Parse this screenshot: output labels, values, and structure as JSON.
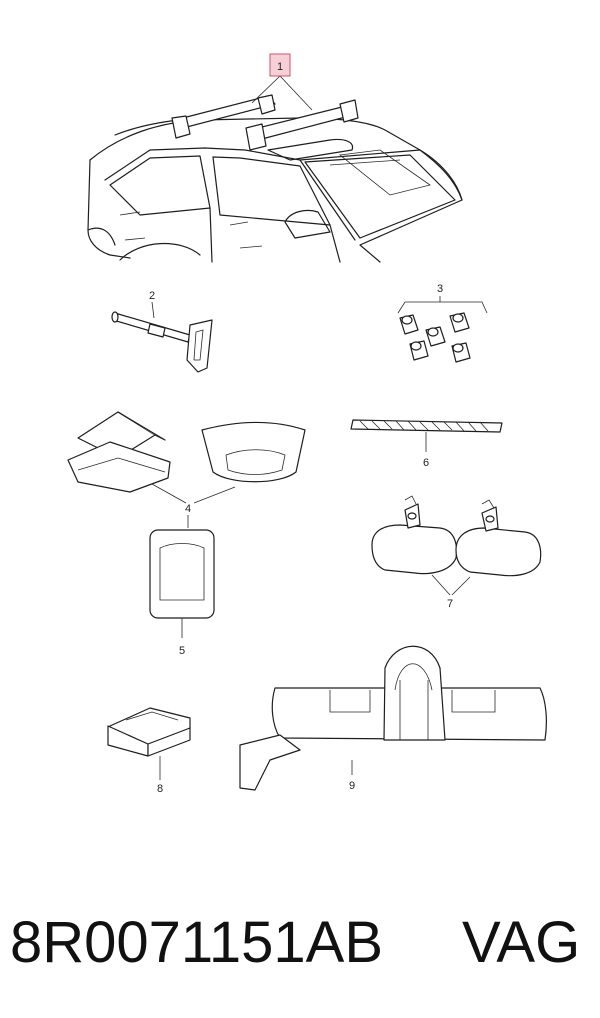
{
  "callouts": {
    "c1": "1",
    "c2": "2",
    "c3": "3",
    "c4": "4",
    "c5": "5",
    "c6": "6",
    "c7": "7",
    "c8": "8",
    "c9": "9"
  },
  "footer": {
    "part_number": "8R0071151AB",
    "brand": "VAG"
  },
  "colors": {
    "line": "#1e1e1e",
    "callout_highlight_fill": "#f6d0d6",
    "callout_highlight_border": "#d0506a"
  }
}
